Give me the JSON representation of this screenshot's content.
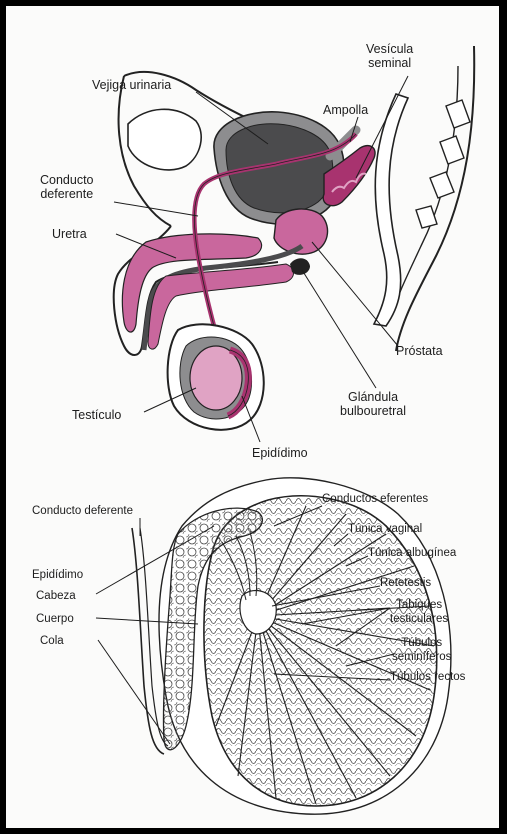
{
  "colors": {
    "magenta": "#a8336f",
    "pink": "#c9679d",
    "light_pink": "#e0a3c4",
    "dark_gray": "#4b4b4d",
    "mid_gray": "#8d8d8f",
    "frame": "#000000",
    "paper": "#fbfbfa"
  },
  "upper_diagram": {
    "labels": {
      "vesicula_seminal": "Vesícula\nseminal",
      "vejiga_urinaria": "Vejiga urinaria",
      "ampolla": "Ampolla",
      "conducto_deferente": "Conducto\ndeferente",
      "uretra": "Uretra",
      "prostata": "Próstata",
      "testiculo": "Testículo",
      "glandula_bulbouretral": "Glándula\nbulbouretral",
      "epididimo": "Epidídimo"
    }
  },
  "lower_diagram": {
    "labels": {
      "conducto_deferente": "Conducto deferente",
      "conductos_eferentes": "Conductos eferentes",
      "tunica_vaginal": "Túnica vaginal",
      "tunica_albuginea": "Túnica albugínea",
      "epididimo": "Epidídimo",
      "cabeza": "Cabeza",
      "retetestis": "Retetestis",
      "tabiques_testiculares": "Tabiques\ntesticulares",
      "cuerpo": "Cuerpo",
      "cola": "Cola",
      "tubulos_seminiferos": "Túbulos\nseminíferos",
      "tubulos_rectos": "Túbulos rectos"
    }
  }
}
